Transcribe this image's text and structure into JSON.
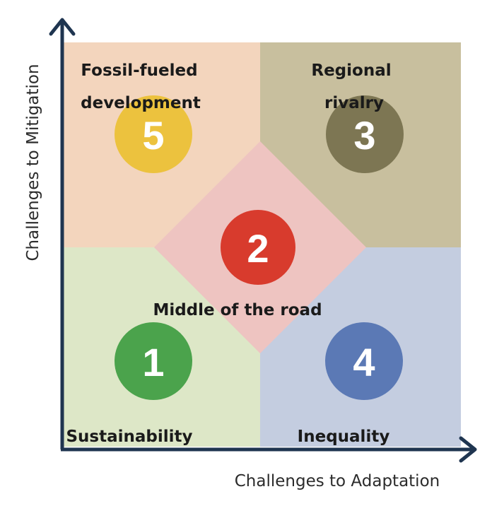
{
  "colors": {
    "axis": "#1f3550",
    "q_top_left": "#f3d5bd",
    "q_top_right": "#c8bf9e",
    "q_bottom_left": "#dde7c7",
    "q_bottom_right": "#c4cde0",
    "diamond": "#eec4c1",
    "circle_5": "#ecc23e",
    "circle_3": "#7d7653",
    "circle_2": "#d83b2d",
    "circle_1": "#4ba34c",
    "circle_4": "#5b79b5"
  },
  "axes": {
    "y_label": "Challenges to Mitigation",
    "x_label": "Challenges to Adaptation"
  },
  "scenarios": {
    "fossil": {
      "number": "5",
      "label_line1": "Fossil-fueled",
      "label_line2": "development"
    },
    "regional": {
      "number": "3",
      "label_line1": "Regional",
      "label_line2": "rivalry"
    },
    "middle": {
      "number": "2",
      "label": "Middle of the road"
    },
    "sustainability": {
      "number": "1",
      "label": "Sustainability"
    },
    "inequality": {
      "number": "4",
      "label": "Inequality"
    }
  }
}
